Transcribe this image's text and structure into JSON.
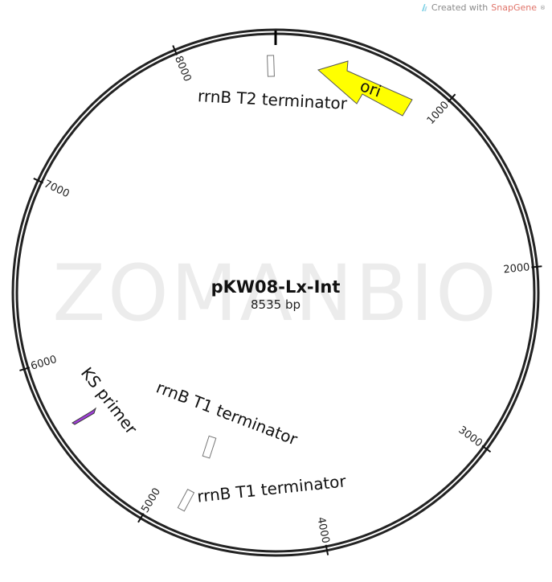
{
  "badge": {
    "prefix": "Created with ",
    "brand": "SnapGene",
    "mark": "®"
  },
  "watermark": "ZOMANBIO",
  "plasmid": {
    "name": "pKW08-Lx-Int",
    "size_text": "8535 bp",
    "length_bp": 8535
  },
  "ticks": [
    {
      "bp": 1000,
      "label": "1000"
    },
    {
      "bp": 2000,
      "label": "2000"
    },
    {
      "bp": 3000,
      "label": "3000"
    },
    {
      "bp": 4000,
      "label": "4000"
    },
    {
      "bp": 5000,
      "label": "5000"
    },
    {
      "bp": 6000,
      "label": "6000"
    },
    {
      "bp": 7000,
      "label": "7000"
    },
    {
      "bp": 8000,
      "label": "8000"
    }
  ],
  "features": [
    {
      "name": "ori",
      "type": "origin",
      "color": "#ffff00",
      "strand": "reverse"
    },
    {
      "name": "rrnB T2 terminator",
      "type": "terminator",
      "color": "#ffffff"
    },
    {
      "name": "rrnB T1 terminator",
      "type": "terminator",
      "color": "#ffffff"
    },
    {
      "name": "rrnB T1 terminator",
      "type": "terminator",
      "color": "#ffffff"
    },
    {
      "name": "KS primer",
      "type": "primer_bind",
      "color": "#a040d8"
    }
  ]
}
